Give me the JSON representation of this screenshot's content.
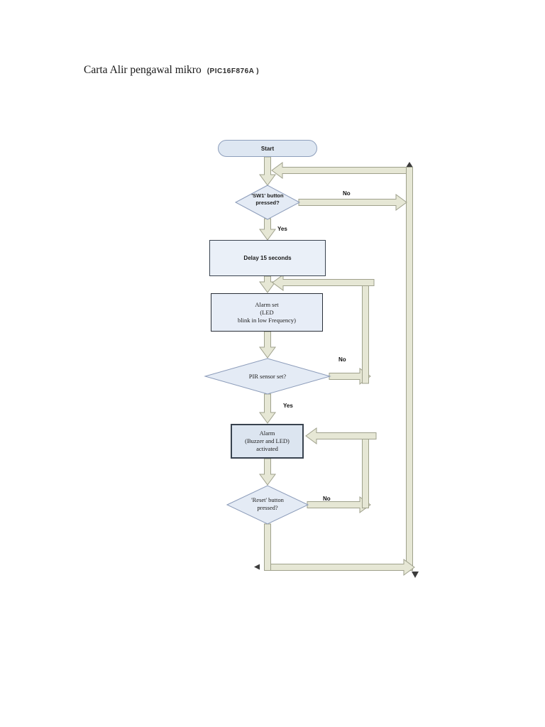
{
  "title": {
    "main": "Carta Alir pengawal mikro",
    "chip": "(PIC16F876A )"
  },
  "colors": {
    "node_fill": "#e4ebf5",
    "node_border": "#8c9cba",
    "process_border": "#39434f",
    "arrow_fill": "#e6e7d5",
    "arrow_border": "#9fa18c",
    "text": "#1a1a1a"
  },
  "flowchart": {
    "start": {
      "label": "Start"
    },
    "decision_sw1": {
      "line1": "'SW1' button",
      "line2": "pressed?"
    },
    "edge_sw1_no": "No",
    "edge_sw1_yes": "Yes",
    "process_delay": {
      "label": "Delay 15 seconds"
    },
    "process_alarm_set": {
      "line1": "Alarm set",
      "line2": "(LED",
      "line3": "blink in low Frequency)"
    },
    "decision_pir": {
      "label": "PIR sensor set?"
    },
    "edge_pir_no": "No",
    "edge_pir_yes": "Yes",
    "process_alarm_activated": {
      "line1": "Alarm",
      "line2": "(Buzzer and LED)",
      "line3": "activated"
    },
    "decision_reset": {
      "line1": "'Reset' button",
      "line2": "pressed?"
    },
    "edge_reset_no": "No"
  }
}
